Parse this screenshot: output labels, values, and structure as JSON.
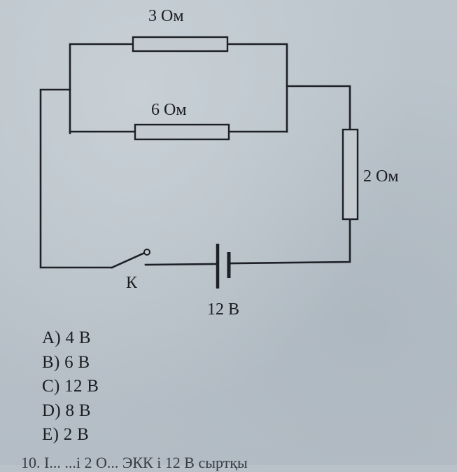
{
  "circuit": {
    "r1_label": "3 Ом",
    "r2_label": "6 Ом",
    "r3_label": "2 Ом",
    "switch_label": "К",
    "battery_label": "12 В"
  },
  "answers": [
    "A) 4 В",
    "B) 6 В",
    "C) 12 В",
    "D) 8 В",
    "E) 2 В"
  ],
  "footer_fragment": "10. І... ...і 2 О... ЭКК і 12 В сыртқы",
  "colors": {
    "background": "#b9c2c9",
    "ink": "#1d2026"
  }
}
